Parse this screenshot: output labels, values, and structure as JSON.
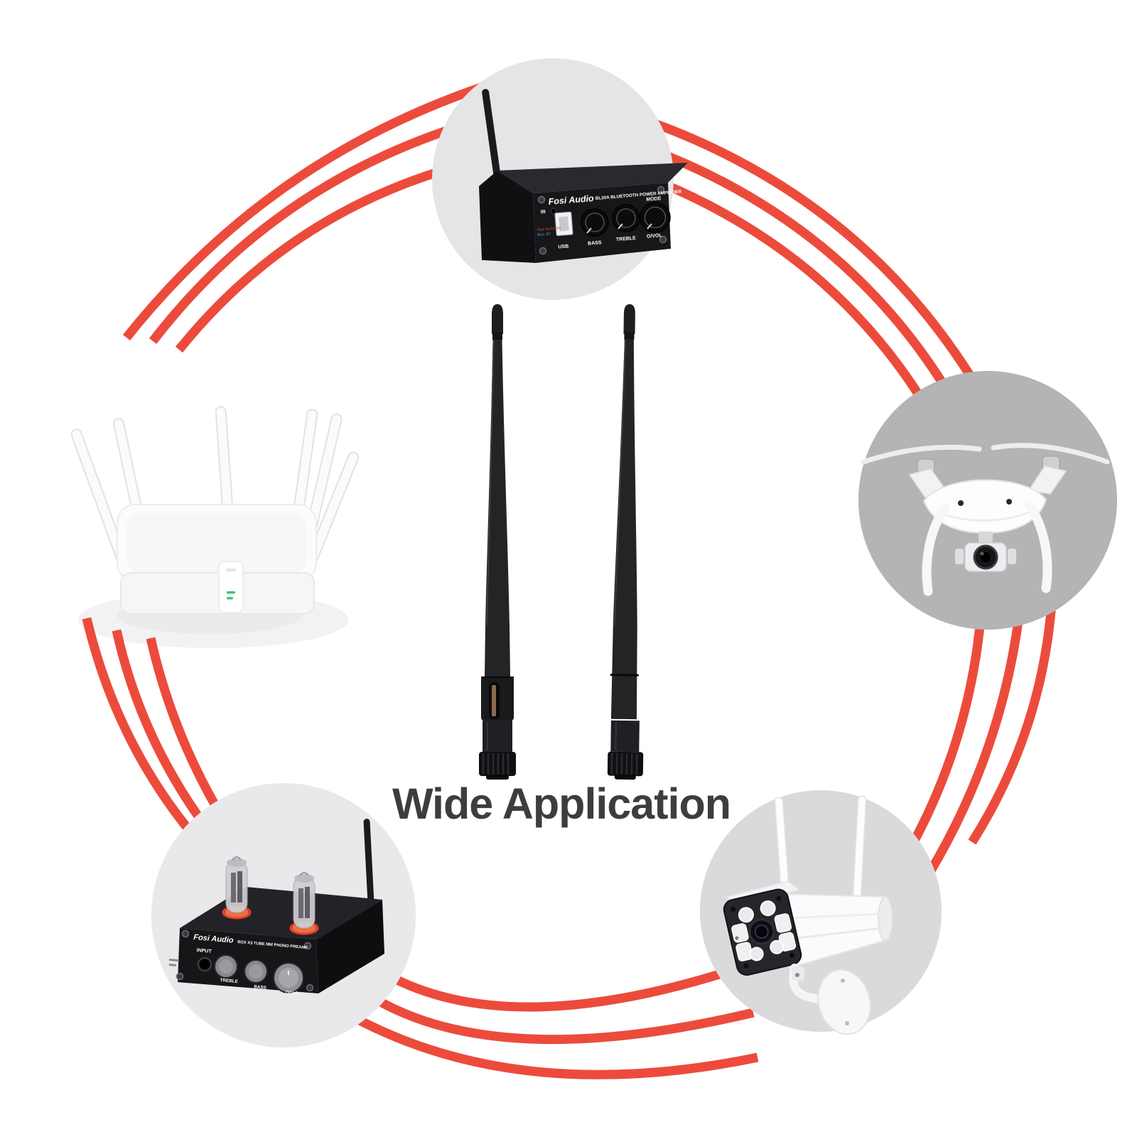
{
  "title": "Wide Application",
  "palette": {
    "background": "#ffffff",
    "arc_red": "#ec4b3c",
    "title_color": "#3d3d3f",
    "amplifier_circle": "#e5e4e6",
    "drone_circle": "#b4b4b6",
    "preamp_circle": "#e9e8ea",
    "camera_circle": "#dadadc"
  },
  "center_product": {
    "name": "dual-wifi-antennas",
    "antenna_count": 2
  },
  "devices": {
    "amplifier": {
      "brand": "Fosi Audio",
      "model": "BL20A BLUETOOTH POWER AMPLIFIER",
      "ir_label": "IR",
      "usb_label": "USB",
      "bass_label": "BASS",
      "treble_label": "TREBLE",
      "mode_label": "MODE",
      "vol_label": "O/VOL",
      "led_hint_red": "Red: AUX/USB",
      "led_hint_blue": "Blue: BT"
    },
    "router": {
      "type": "wifi-router",
      "antenna_count": 6
    },
    "drone": {
      "type": "quadcopter-drone"
    },
    "preamp": {
      "brand": "Fosi Audio",
      "model": "BOX X3 TUBE MM PHONO PREAMP",
      "input_label": "INPUT",
      "treble_label": "TREBLE",
      "bass_label": "BASS",
      "vol_label": "O/Vol"
    },
    "camera": {
      "type": "security-camera",
      "antenna_count": 2
    }
  }
}
